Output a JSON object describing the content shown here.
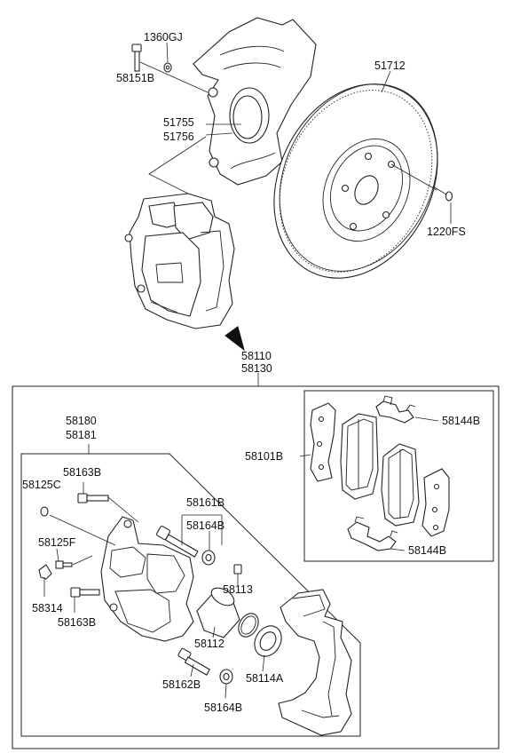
{
  "labels": {
    "l_1360gj": "1360GJ",
    "l_58151b": "58151B",
    "l_51712": "51712",
    "l_51755": "51755",
    "l_51756": "51756",
    "l_1220fs": "1220FS",
    "l_58110": "58110",
    "l_58130": "58130",
    "l_58180": "58180",
    "l_58181": "58181",
    "l_58144b_top": "58144B",
    "l_58101b": "58101B",
    "l_58144b_bottom": "58144B",
    "l_58163b_top": "58163B",
    "l_58125c": "58125C",
    "l_58161b": "58161B",
    "l_58164b_top": "58164B",
    "l_58125f": "58125F",
    "l_58113": "58113",
    "l_58314": "58314",
    "l_58163b_bottom": "58163B",
    "l_58112": "58112",
    "l_58114a": "58114A",
    "l_58162b": "58162B",
    "l_58164b_bottom": "58164B"
  }
}
